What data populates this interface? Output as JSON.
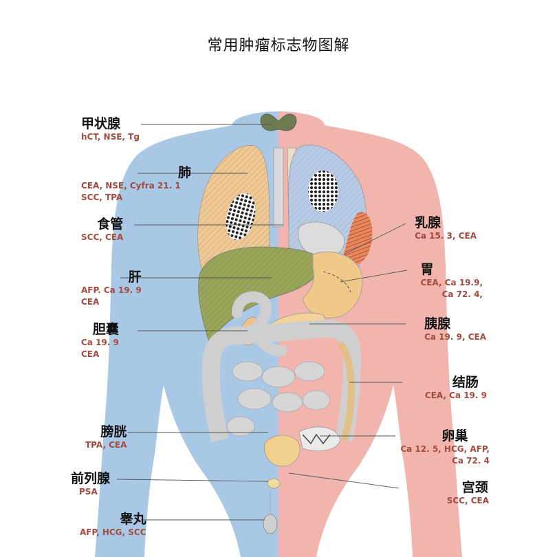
{
  "title": "常用肿瘤标志物图解",
  "colors": {
    "left_body": "#a9c8e6",
    "right_body": "#f2b5ad",
    "marker_text": "#a34a3e",
    "leader_line": "#555555"
  },
  "labels": {
    "thyroid": {
      "name": "甲状腺",
      "markers": "hCT, NSE, Tg"
    },
    "lung": {
      "name": "肺",
      "markers": "CEA, NSE, Cyfra 21. 1\nSCC, TPA"
    },
    "esophagus": {
      "name": "食管",
      "markers": "SCC, CEA"
    },
    "liver": {
      "name": "肝",
      "markers": "AFP. Ca 19. 9\nCEA"
    },
    "gallbladder": {
      "name": "胆囊",
      "markers": "Ca 19. 9\nCEA"
    },
    "bladder": {
      "name": "膀胱",
      "markers": "TPA, CEA"
    },
    "prostate": {
      "name": "前列腺",
      "markers": "PSA"
    },
    "testis": {
      "name": "睾丸",
      "markers": "AFP, HCG, SCC"
    },
    "breast": {
      "name": "乳腺",
      "markers": "Ca 15. 3, CEA"
    },
    "stomach": {
      "name": "胃",
      "markers": "CEA, Ca 19.9,\nCa 72. 4,"
    },
    "pancreas": {
      "name": "胰腺",
      "markers": "Ca 19. 9, CEA"
    },
    "colon": {
      "name": "结肠",
      "markers": "CEA, Ca 19. 9"
    },
    "ovary": {
      "name": "卵巢",
      "markers": "Ca 12. 5, HCG, AFP,\nCa 72. 4"
    },
    "cervix": {
      "name": "宫颈",
      "markers": "SCC, CEA"
    }
  }
}
